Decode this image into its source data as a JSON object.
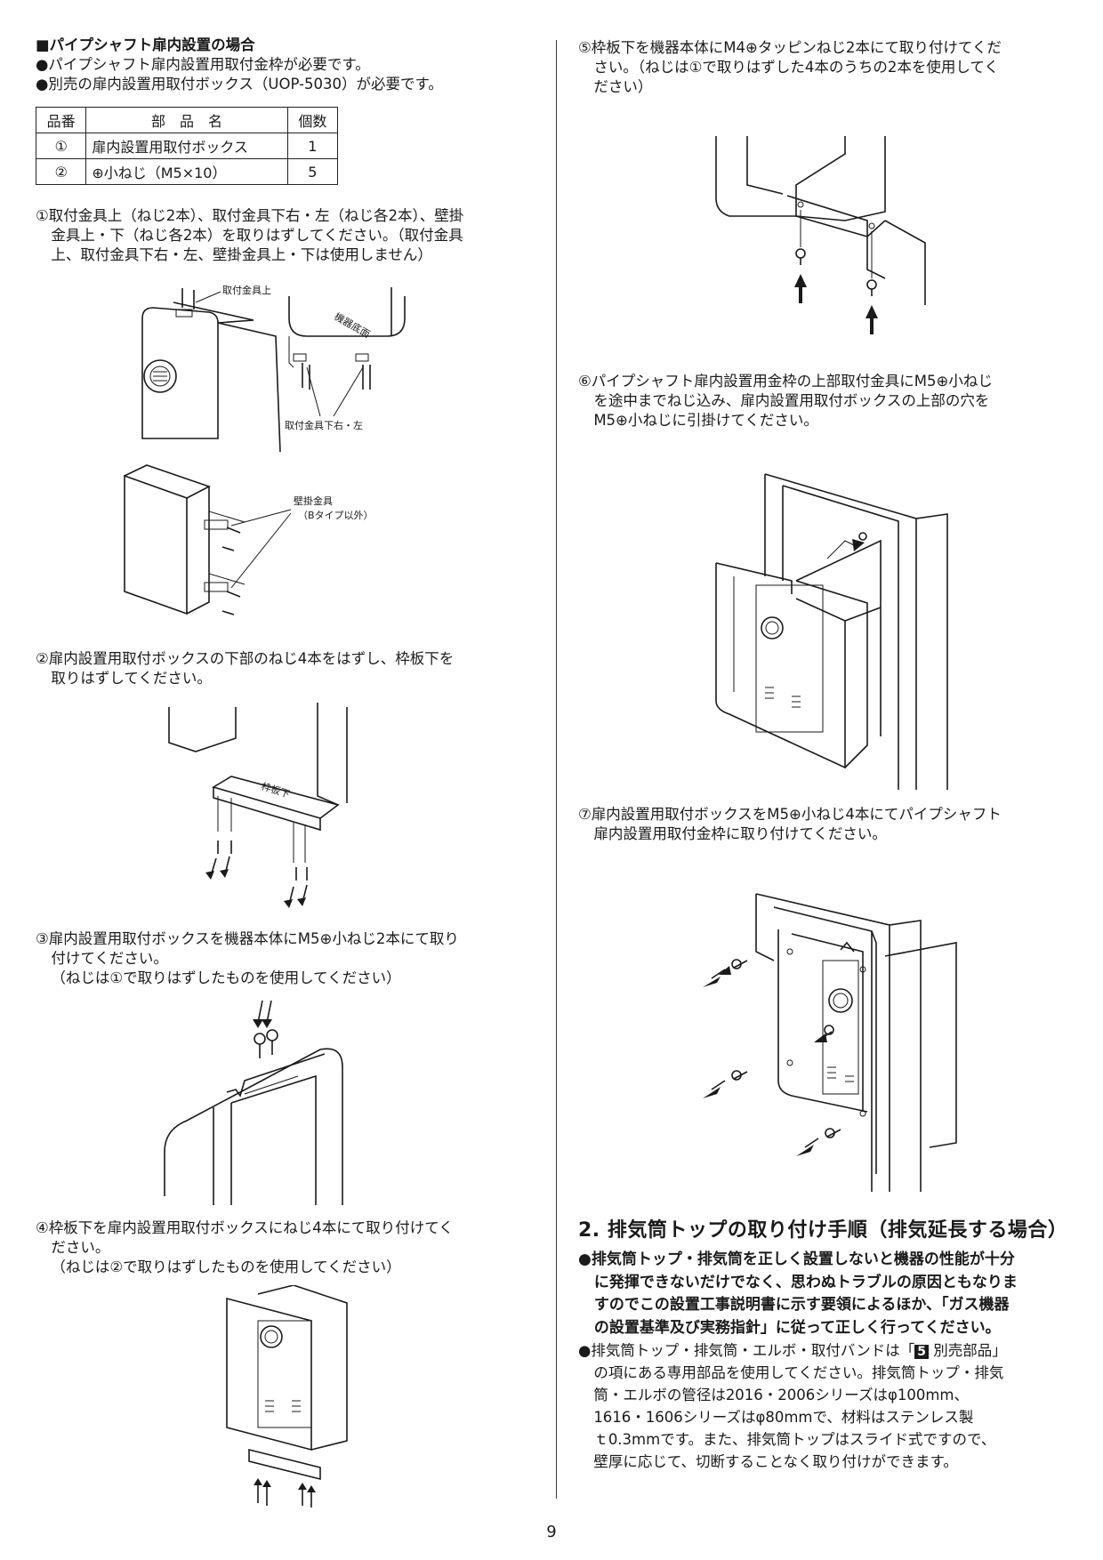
{
  "left": {
    "heading": "■パイプシャフト扉内設置の場合",
    "notes": [
      "●パイプシャフト扉内設置用取付金枠が必要です。",
      "●別売の扉内設置用取付ボックス（UOP-5030）が必要です。"
    ],
    "table": {
      "headers": [
        "品番",
        "部　品　名",
        "個数"
      ],
      "rows": [
        [
          "①",
          "扉内設置用取付ボックス",
          "1"
        ],
        [
          "②",
          "⊕小ねじ（M5×10）",
          "5"
        ]
      ]
    },
    "steps": {
      "s1": [
        "①取付金具上（ねじ2本）、取付金具下右・左（ねじ各2本）、壁掛",
        "金具上・下（ねじ各2本）を取りはずしてください。（取付金具",
        "上、取付金具下右・左、壁掛金具上・下は使用しません）"
      ],
      "s2": [
        "②扉内設置用取付ボックスの下部のねじ4本をはずし、枠板下を",
        "取りはずしてください。"
      ],
      "s3": [
        "③扉内設置用取付ボックスを機器本体にM5⊕小ねじ2本にて取り",
        "付けてください。",
        "（ねじは①で取りはずしたものを使用してください）"
      ],
      "s4": [
        "④枠板下を扉内設置用取付ボックスにねじ4本にて取り付けてく",
        "ださい。",
        "（ねじは②で取りはずしたものを使用してください）"
      ]
    },
    "fig_labels": {
      "upper_bracket": "取付金具上",
      "unit_bottom": "機器底面",
      "lower_bracket": "取付金具下右・左",
      "wall_bracket": "壁掛金具",
      "wall_bracket_note": "（Bタイプ以外）",
      "frame_plate": "枠板下"
    }
  },
  "right": {
    "steps": {
      "s5": [
        "⑤枠板下を機器本体にM4⊕タッピンねじ2本にて取り付けてくだ",
        "さい。（ねじは①で取りはずした4本のうちの2本を使用してく",
        "ださい）"
      ],
      "s6": [
        "⑥パイプシャフト扉内設置用金枠の上部取付金具にM5⊕小ねじ",
        "を途中までねじ込み、扉内設置用取付ボックスの上部の穴を",
        "M5⊕小ねじに引掛けてください。"
      ],
      "s7": [
        "⑦扉内設置用取付ボックスをM5⊕小ねじ4本にてパイプシャフト",
        "扉内設置用取付金枠に取り付けてください。"
      ]
    },
    "section": {
      "title": "2. 排気筒トップの取り付け手順（排気延長する場合）",
      "bold_bullet": [
        "●排気筒トップ・排気筒を正しく設置しないと機器の性能が十分",
        "に発揮できないだけでなく、思わぬトラブルの原因ともなりま",
        "すのでこの設置工事説明書に示す要領によるほか、「ガス機器",
        "の設置基準及び実務指針」に従って正しく行ってください。"
      ],
      "bullet2_pre": "●排気筒トップ・排気筒・エルボ・取付バンドは「",
      "bullet2_ref": "5",
      "bullet2_post": " 別売部品」",
      "bullet2_lines": [
        "の項にある専用部品を使用してください。排気筒トップ・排気",
        "筒・エルボの管径は2016・2006シリーズはφ100mm、",
        "1616・1606シリーズはφ80mmで、材料はステンレス製",
        "ｔ0.3mmです。また、排気筒トップはスライド式ですので、",
        "壁厚に応じて、切断することなく取り付けができます。"
      ]
    }
  },
  "page_number": "9"
}
